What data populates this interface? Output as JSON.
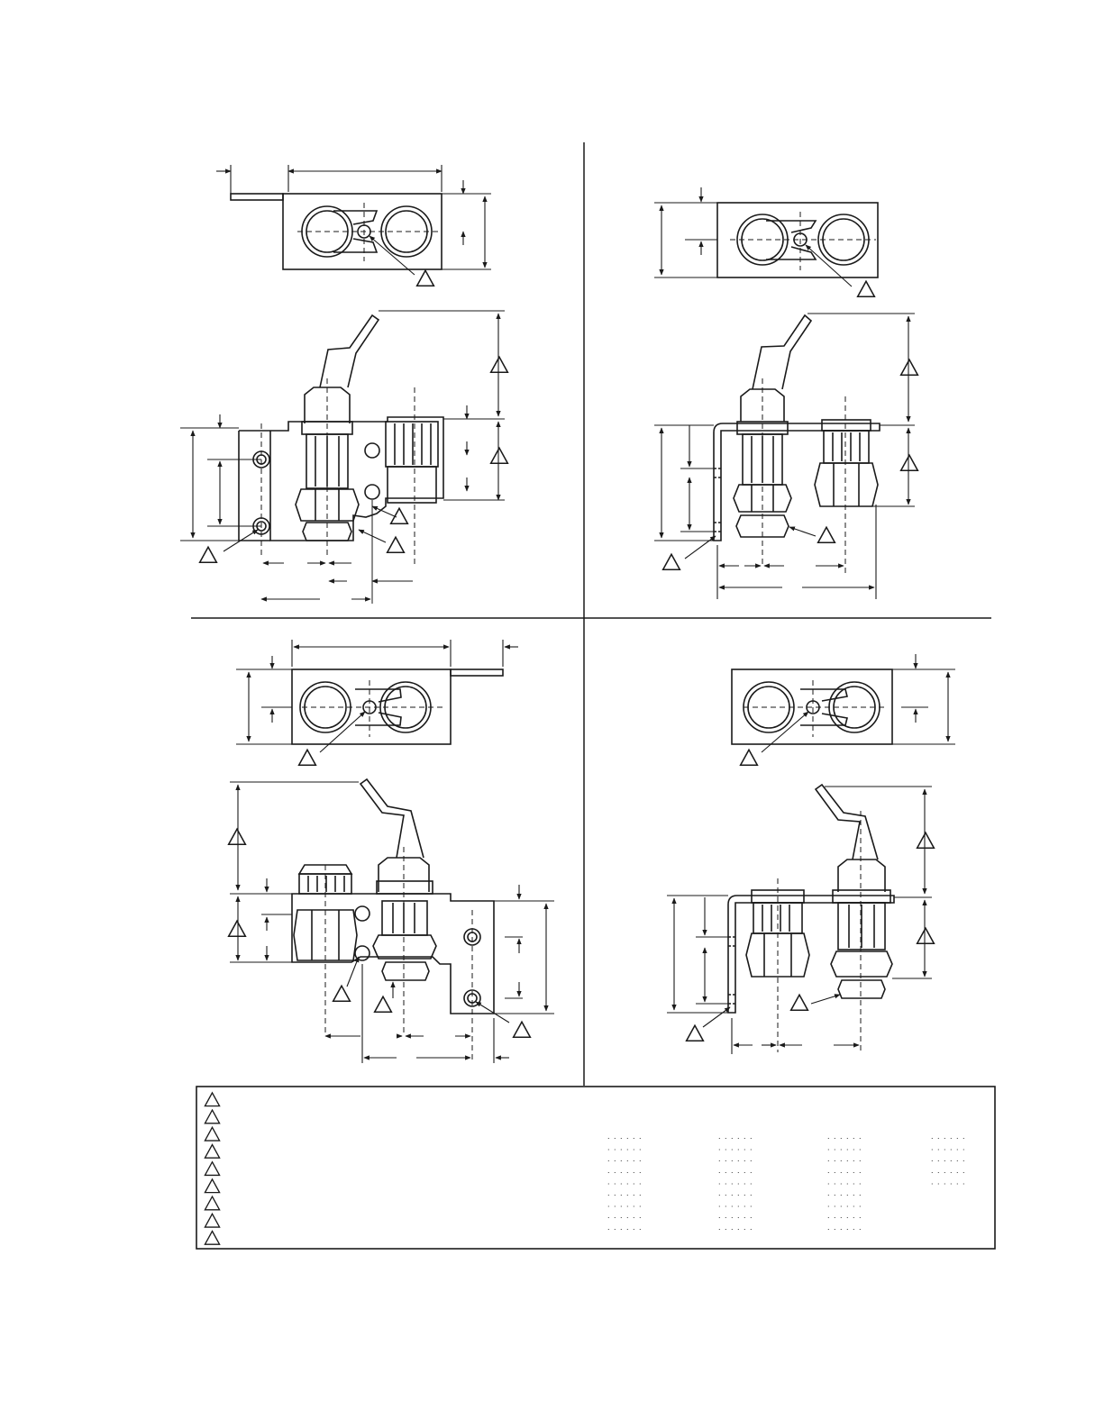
{
  "figure": {
    "line_color": "#1a1a1a",
    "background": "#ffffff",
    "panels": [
      {
        "name": "top-left"
      },
      {
        "name": "top-right"
      },
      {
        "name": "bottom-left"
      },
      {
        "name": "bottom-right"
      }
    ],
    "legend_rows": 9,
    "legend_table": {
      "columns": 4,
      "rows_per_column": [
        9,
        9,
        9,
        5
      ],
      "leader": ". . . . . ."
    }
  }
}
